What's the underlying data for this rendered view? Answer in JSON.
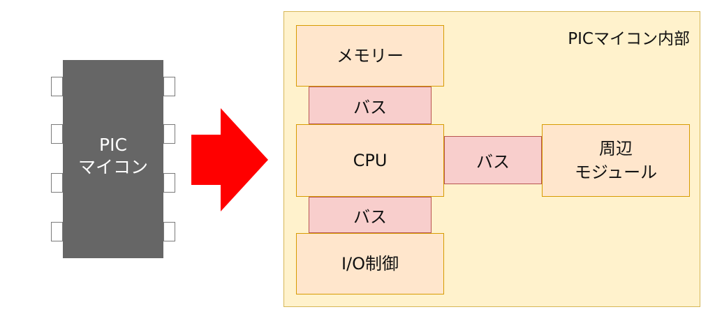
{
  "chip": {
    "line1": "PIC",
    "line2": "マイコン"
  },
  "container": {
    "label": "PICマイコン内部"
  },
  "blocks": {
    "memory": "メモリー",
    "cpu": "CPU",
    "io": "I/O制御",
    "peripheral_line1": "周辺",
    "peripheral_line2": "モジュール"
  },
  "buses": {
    "memory_cpu": "バス",
    "cpu_io": "バス",
    "cpu_peripheral": "バス"
  },
  "colors": {
    "chip": "#666666",
    "arrow": "#ff0000",
    "container_fill": "#fff2cc",
    "block_fill": "#ffe6cc",
    "bus_fill": "#f8cecc"
  }
}
